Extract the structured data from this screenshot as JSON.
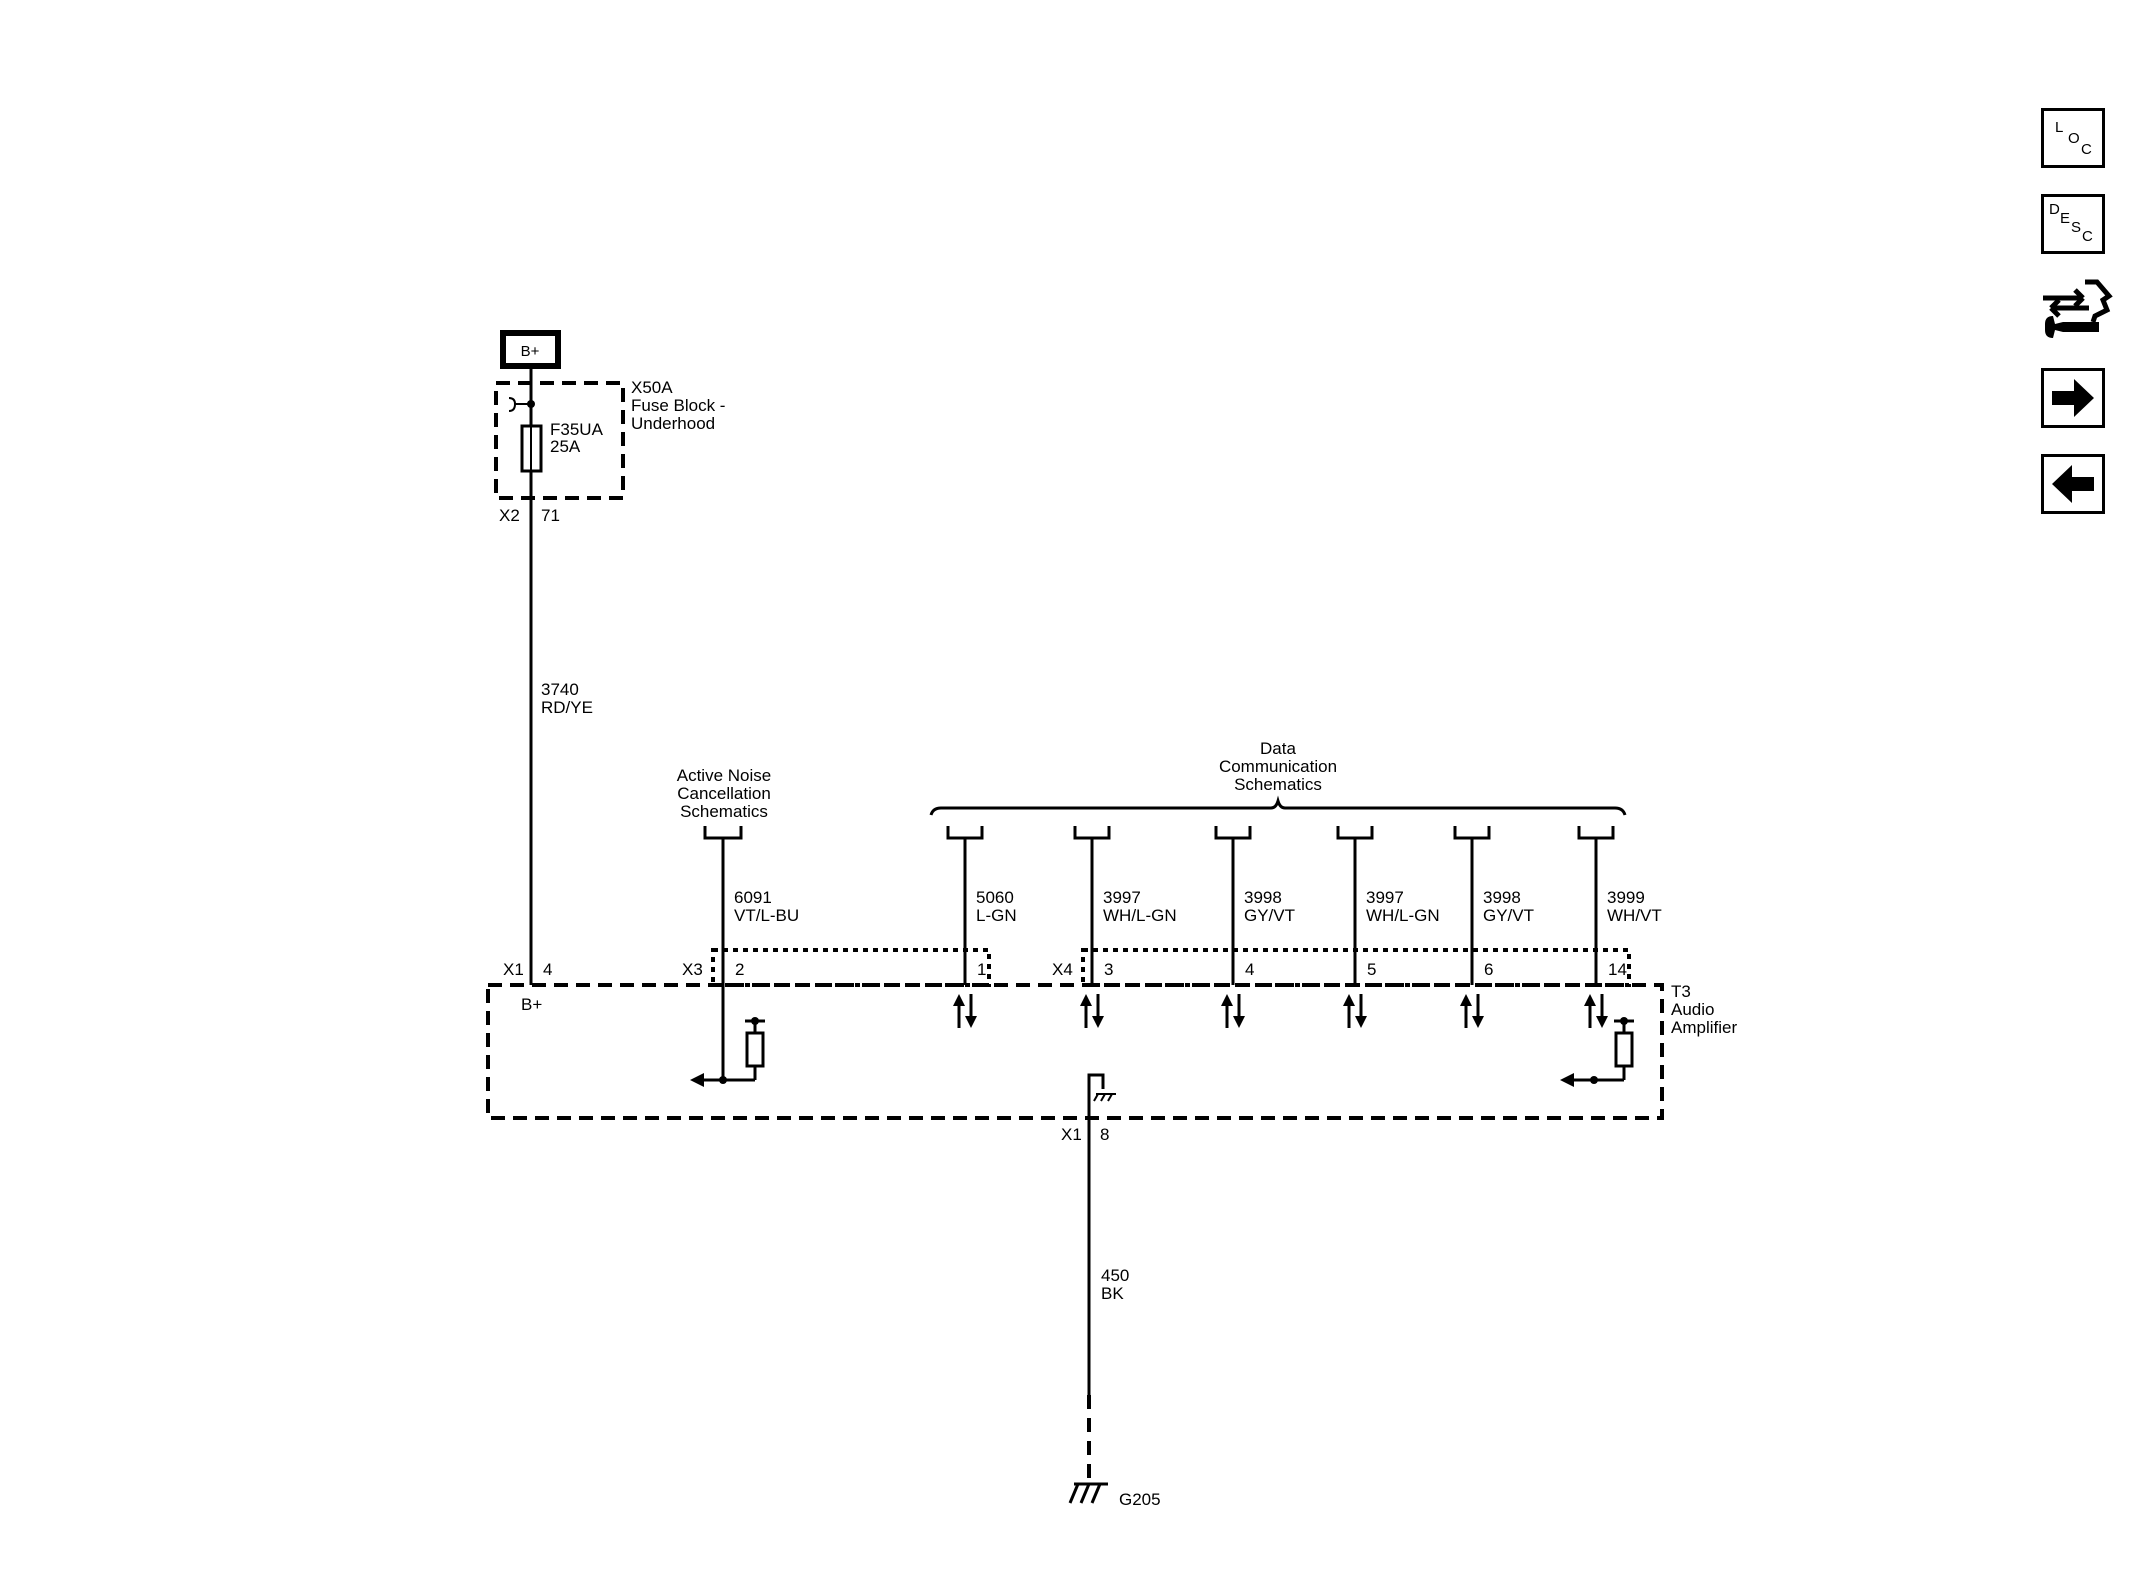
{
  "nav": {
    "loc": [
      "L",
      "O",
      "C"
    ],
    "desc": [
      "D",
      "E",
      "S",
      "C"
    ]
  },
  "power": {
    "label": "B+",
    "fuse_block": [
      "X50A",
      "Fuse Block -",
      "Underhood"
    ],
    "fuse": [
      "F35UA",
      "25A"
    ],
    "out_connector": "X2",
    "out_pin": "71",
    "wire_circuit": "3740",
    "wire_color": "RD/YE"
  },
  "anc": {
    "title": [
      "Active Noise",
      "Cancellation",
      "Schematics"
    ],
    "wire_circuit": "6091",
    "wire_color": "VT/L-BU"
  },
  "data_comm": {
    "title": [
      "Data",
      "Communication",
      "Schematics"
    ],
    "wires": [
      {
        "circuit": "5060",
        "color": "L-GN",
        "pin": "1"
      },
      {
        "circuit": "3997",
        "color": "WH/L-GN",
        "pin": "3"
      },
      {
        "circuit": "3998",
        "color": "GY/VT",
        "pin": "4"
      },
      {
        "circuit": "3997",
        "color": "WH/L-GN",
        "pin": "5"
      },
      {
        "circuit": "3998",
        "color": "GY/VT",
        "pin": "6"
      },
      {
        "circuit": "3999",
        "color": "WH/VT",
        "pin": "14"
      }
    ]
  },
  "amplifier": {
    "name": [
      "T3",
      "Audio",
      "Amplifier"
    ],
    "b_plus_connector": "X1",
    "b_plus_pin": "4",
    "b_plus_label": "B+",
    "anc_connector": "X3",
    "anc_pin": "2",
    "data_connector": "X4",
    "ground_connector": "X1",
    "ground_pin": "8"
  },
  "ground": {
    "wire_circuit": "450",
    "wire_color": "BK",
    "name": "G205"
  }
}
